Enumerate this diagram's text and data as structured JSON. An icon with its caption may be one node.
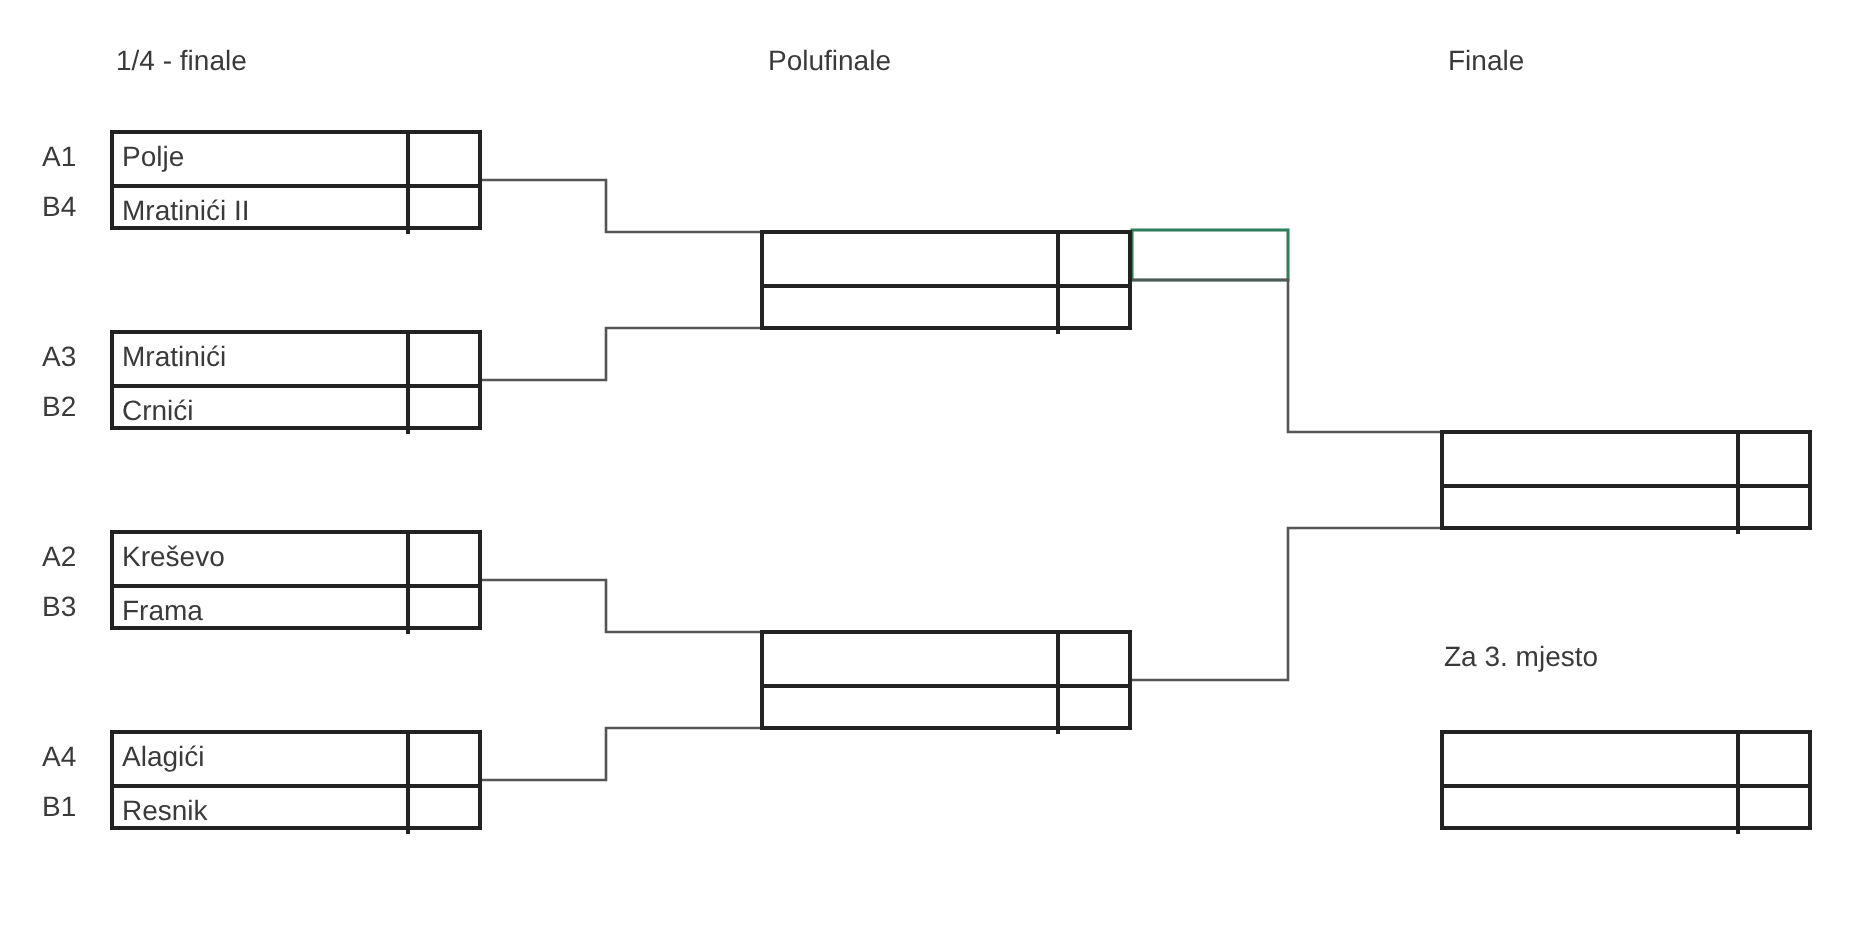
{
  "diagram": {
    "nodes": [
      {
        "text": [
          "Polje",
          "Mratinići II"
        ],
        "beside": [
          "A1",
          "B4"
        ]
      },
      {
        "text": [
          "Mratinići",
          "Crnići"
        ],
        "beside": [
          "A3",
          "B2"
        ]
      },
      {
        "text": [
          "Kreševo",
          "Frama"
        ],
        "beside": [
          "A2",
          "B3"
        ]
      },
      {
        "text": [
          "Alagići",
          "Resnik"
        ],
        "beside": [
          "A4",
          "B1"
        ]
      },
      {
        "text": [],
        "shape": "box"
      },
      {
        "text": [],
        "shape": "box"
      },
      {
        "text": [],
        "shape": "box"
      },
      {
        "text": [
          "Za 3. mjesto"
        ]
      }
    ],
    "edges": [
      {
        "from": 0,
        "to": 4,
        "arrow": "none"
      },
      {
        "from": 1,
        "to": 4,
        "arrow": "none"
      },
      {
        "from": 2,
        "to": 5,
        "arrow": "none"
      },
      {
        "from": 3,
        "to": 5,
        "arrow": "none"
      },
      {
        "from": 4,
        "to": 6,
        "arrow": "none"
      },
      {
        "from": 5,
        "to": 6,
        "arrow": "none"
      }
    ],
    "labels": [
      "1/4 - finale",
      "Polufinale",
      "Finale"
    ]
  }
}
